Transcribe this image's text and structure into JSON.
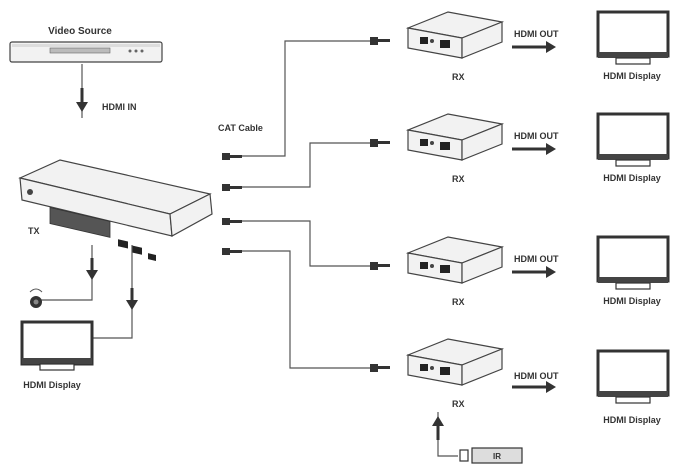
{
  "video_source": "Video Source",
  "hdmi_in": "HDMI IN",
  "cat_cable": "CAT Cable",
  "tx": "TX",
  "local_display": "HDMI Display",
  "receivers": [
    {
      "label": "RX",
      "hdmi_out": "HDMI OUT",
      "display": "HDMI Display"
    },
    {
      "label": "RX",
      "hdmi_out": "HDMI OUT",
      "display": "HDMI Display"
    },
    {
      "label": "RX",
      "hdmi_out": "HDMI OUT",
      "display": "HDMI Display"
    },
    {
      "label": "RX",
      "hdmi_out": "HDMI OUT",
      "display": "HDMI Display"
    }
  ],
  "ir_label": "IR"
}
